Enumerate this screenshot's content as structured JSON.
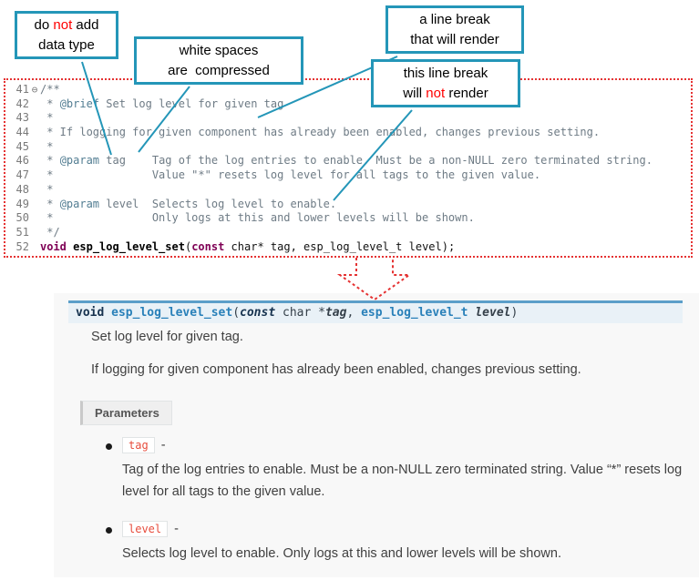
{
  "colors": {
    "callout_border": "#2496b8",
    "connector": "#2496b8",
    "red_accent": "#ff0000",
    "code_border": "#e53232",
    "comment": "#6e7b85",
    "doc_tag": "#527d92",
    "keyword": "#7f0055",
    "line_number": "#7a7a7a",
    "sig_border": "#5b9ec9",
    "sig_bg": "#e9f1f7",
    "sig_name": "#2980b9",
    "sig_keyword": "#16324f",
    "param_code": "#e74c3c",
    "doc_bg": "#f8f8f8"
  },
  "callouts": {
    "box1": {
      "l1a": "do ",
      "l1b": "not",
      "l1c": " add",
      "l2": "data type"
    },
    "box2": {
      "l1": "white spaces",
      "l2": "are  compressed"
    },
    "box3": {
      "l1": "a line break",
      "l2": "that will render"
    },
    "box4": {
      "l1": "this line break",
      "l2a": "will ",
      "l2b": "not",
      "l2c": " render"
    }
  },
  "code": {
    "lines": [
      {
        "num": "41",
        "fold": "⊖",
        "segs": [
          {
            "t": "/**",
            "c": "cmt"
          }
        ]
      },
      {
        "num": "42",
        "fold": "",
        "segs": [
          {
            "t": " * ",
            "c": "cmt"
          },
          {
            "t": "@brief",
            "c": "tag"
          },
          {
            "t": " Set log level for given tag",
            "c": "cmt"
          }
        ]
      },
      {
        "num": "43",
        "fold": "",
        "segs": [
          {
            "t": " *",
            "c": "cmt"
          }
        ]
      },
      {
        "num": "44",
        "fold": "",
        "segs": [
          {
            "t": " * If logging for given component has already been enabled, changes previous setting.",
            "c": "cmt"
          }
        ]
      },
      {
        "num": "45",
        "fold": "",
        "segs": [
          {
            "t": " *",
            "c": "cmt"
          }
        ]
      },
      {
        "num": "46",
        "fold": "",
        "segs": [
          {
            "t": " * ",
            "c": "cmt"
          },
          {
            "t": "@param",
            "c": "tag"
          },
          {
            "t": " tag    Tag of the log entries to enable. Must be a non-NULL zero terminated string.",
            "c": "cmt"
          }
        ]
      },
      {
        "num": "47",
        "fold": "",
        "segs": [
          {
            "t": " *               Value \"*\" resets log level for all tags to the given value.",
            "c": "cmt"
          }
        ]
      },
      {
        "num": "48",
        "fold": "",
        "segs": [
          {
            "t": " *",
            "c": "cmt"
          }
        ]
      },
      {
        "num": "49",
        "fold": "",
        "segs": [
          {
            "t": " * ",
            "c": "cmt"
          },
          {
            "t": "@param",
            "c": "tag"
          },
          {
            "t": " level  Selects log level to enable.",
            "c": "cmt"
          }
        ]
      },
      {
        "num": "50",
        "fold": "",
        "segs": [
          {
            "t": " *               Only logs at this and lower levels will be shown.",
            "c": "cmt"
          }
        ]
      },
      {
        "num": "51",
        "fold": "",
        "segs": [
          {
            "t": " */",
            "c": "cmt"
          }
        ]
      },
      {
        "num": "52",
        "fold": "",
        "segs": [
          {
            "t": "void",
            "c": "kw"
          },
          {
            "t": " ",
            "c": "pln"
          },
          {
            "t": "esp_log_level_set",
            "c": "fn"
          },
          {
            "t": "(",
            "c": "pln"
          },
          {
            "t": "const",
            "c": "kw"
          },
          {
            "t": " char* tag, esp_log_level_t level);",
            "c": "pln"
          }
        ]
      }
    ]
  },
  "doc": {
    "signature": {
      "segs": [
        {
          "t": "void",
          "c": "sig-kw"
        },
        {
          "t": " ",
          "c": "sig-plain"
        },
        {
          "t": "esp_log_level_set",
          "c": "sig-name"
        },
        {
          "t": "(",
          "c": "sig-plain"
        },
        {
          "t": "const",
          "c": "sig-kw-it"
        },
        {
          "t": " char *",
          "c": "sig-plain"
        },
        {
          "t": "tag",
          "c": "sig-param"
        },
        {
          "t": ", ",
          "c": "sig-plain"
        },
        {
          "t": "esp_log_level_t",
          "c": "sig-type"
        },
        {
          "t": " ",
          "c": "sig-plain"
        },
        {
          "t": "level",
          "c": "sig-param"
        },
        {
          "t": ")",
          "c": "sig-plain"
        }
      ]
    },
    "paragraphs": [
      "Set log level for given tag.",
      "If logging for given component has already been enabled, changes previous setting."
    ],
    "parameters_label": "Parameters",
    "params": [
      {
        "name": "tag",
        "sep": "-",
        "desc": "Tag of the log entries to enable. Must be a non-NULL zero terminated string. Value “*” resets log level for all tags to the given value."
      },
      {
        "name": "level",
        "sep": "-",
        "desc": "Selects log level to enable. Only logs at this and lower levels will be shown."
      }
    ]
  }
}
